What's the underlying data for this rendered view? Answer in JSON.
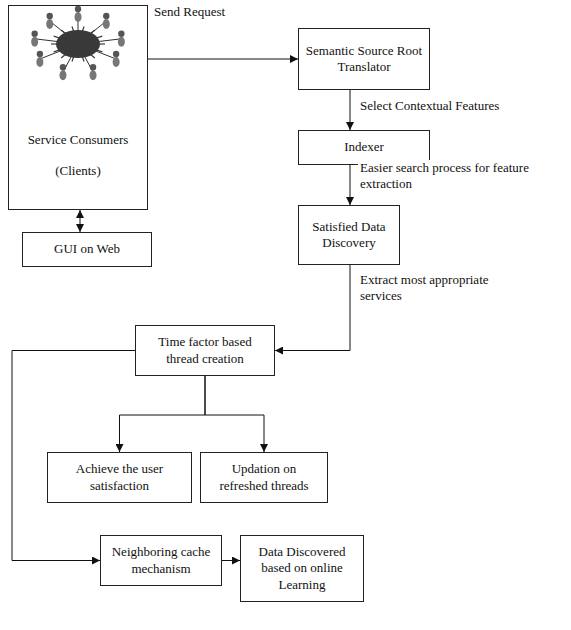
{
  "diagram": {
    "nodes": [
      {
        "text": [
          "Service Consumers (Clients)"
        ]
      },
      {
        "text": [
          "GUI on Web"
        ]
      },
      {
        "text": [
          "Semantic Source Root Translator"
        ]
      },
      {
        "text": [
          "Indexer"
        ]
      },
      {
        "text": [
          "Satisfied Data Discovery"
        ]
      },
      {
        "text": [
          "Time factor based thread creation"
        ]
      },
      {
        "text": [
          "Achieve the user satisfaction"
        ]
      },
      {
        "text": [
          "Updation on refreshed threads"
        ]
      },
      {
        "text": [
          "Neighboring cache mechanism"
        ]
      },
      {
        "text": [
          "Data Discovered based on online Learning"
        ]
      }
    ],
    "edges": [
      {
        "from": 0,
        "to": 2,
        "arrow": "to",
        "label": "Send Request"
      },
      {
        "from": 0,
        "to": 1,
        "arrow": "both"
      },
      {
        "from": 2,
        "to": 3,
        "arrow": "to",
        "label": "Select Contextual Features"
      },
      {
        "from": 3,
        "to": 4,
        "arrow": "to",
        "label": "Easier search process for feature extraction"
      },
      {
        "from": 4,
        "to": 5,
        "arrow": "to",
        "label": "Extract most appropriate services"
      },
      {
        "from": 5,
        "to": 6,
        "arrow": "to"
      },
      {
        "from": 5,
        "to": 7,
        "arrow": "to"
      },
      {
        "from": 5,
        "to": 8,
        "arrow": "to"
      },
      {
        "from": 8,
        "to": 9,
        "arrow": "to"
      }
    ]
  }
}
